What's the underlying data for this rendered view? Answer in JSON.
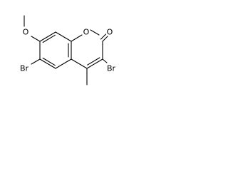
{
  "molecule": {
    "atoms": {
      "methoxy_oxygen": "O",
      "ring_oxygen": "O",
      "carbonyl_oxygen": "O",
      "bromine_c6": "Br",
      "bromine_c3": "Br"
    },
    "bond_color": "#000000",
    "label_color": "#000000",
    "background": "#ffffff"
  }
}
